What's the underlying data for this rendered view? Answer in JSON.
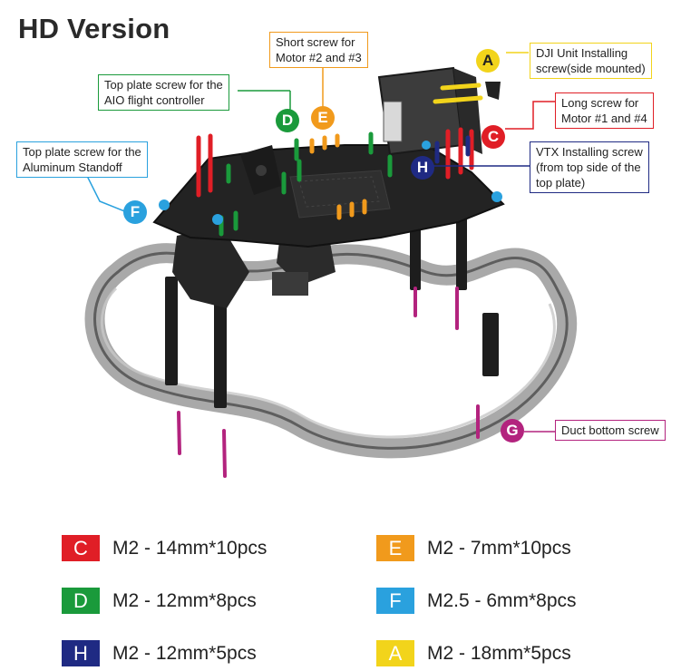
{
  "title": "HD Version",
  "colors": {
    "A": "#f2d41b",
    "C": "#e01e26",
    "D": "#1a9a3b",
    "E": "#f19a1c",
    "F": "#2aa1de",
    "G": "#b3237e",
    "H": "#1f2a83"
  },
  "callouts": {
    "A": {
      "letter": "A",
      "lines": [
        "DJI Unit Installing",
        "screw(side mounted)"
      ]
    },
    "C": {
      "letter": "C",
      "lines": [
        "Long screw for",
        "Motor #1 and #4"
      ]
    },
    "D": {
      "letter": "D",
      "lines": [
        "Top plate screw for the",
        "AIO flight controller"
      ]
    },
    "E": {
      "letter": "E",
      "lines": [
        "Short screw for",
        "Motor #2 and #3"
      ]
    },
    "F": {
      "letter": "F",
      "lines": [
        "Top plate screw for the",
        "Aluminum Standoff"
      ]
    },
    "G": {
      "letter": "G",
      "lines": [
        "Duct bottom screw"
      ]
    },
    "H": {
      "letter": "H",
      "lines": [
        "VTX Installing screw",
        "(from top side of the",
        "top plate)"
      ]
    }
  },
  "legend": [
    {
      "letter": "C",
      "text": "M2 - 14mm*10pcs",
      "color": "#e01e26"
    },
    {
      "letter": "E",
      "text": "M2 - 7mm*10pcs",
      "color": "#f19a1c"
    },
    {
      "letter": "D",
      "text": "M2 - 12mm*8pcs",
      "color": "#1a9a3b"
    },
    {
      "letter": "F",
      "text": "M2.5 - 6mm*8pcs",
      "color": "#2aa1de"
    },
    {
      "letter": "H",
      "text": "M2 - 12mm*5pcs",
      "color": "#1f2a83"
    },
    {
      "letter": "A",
      "text": "M2 - 18mm*5pcs",
      "color": "#f2d41b"
    }
  ]
}
